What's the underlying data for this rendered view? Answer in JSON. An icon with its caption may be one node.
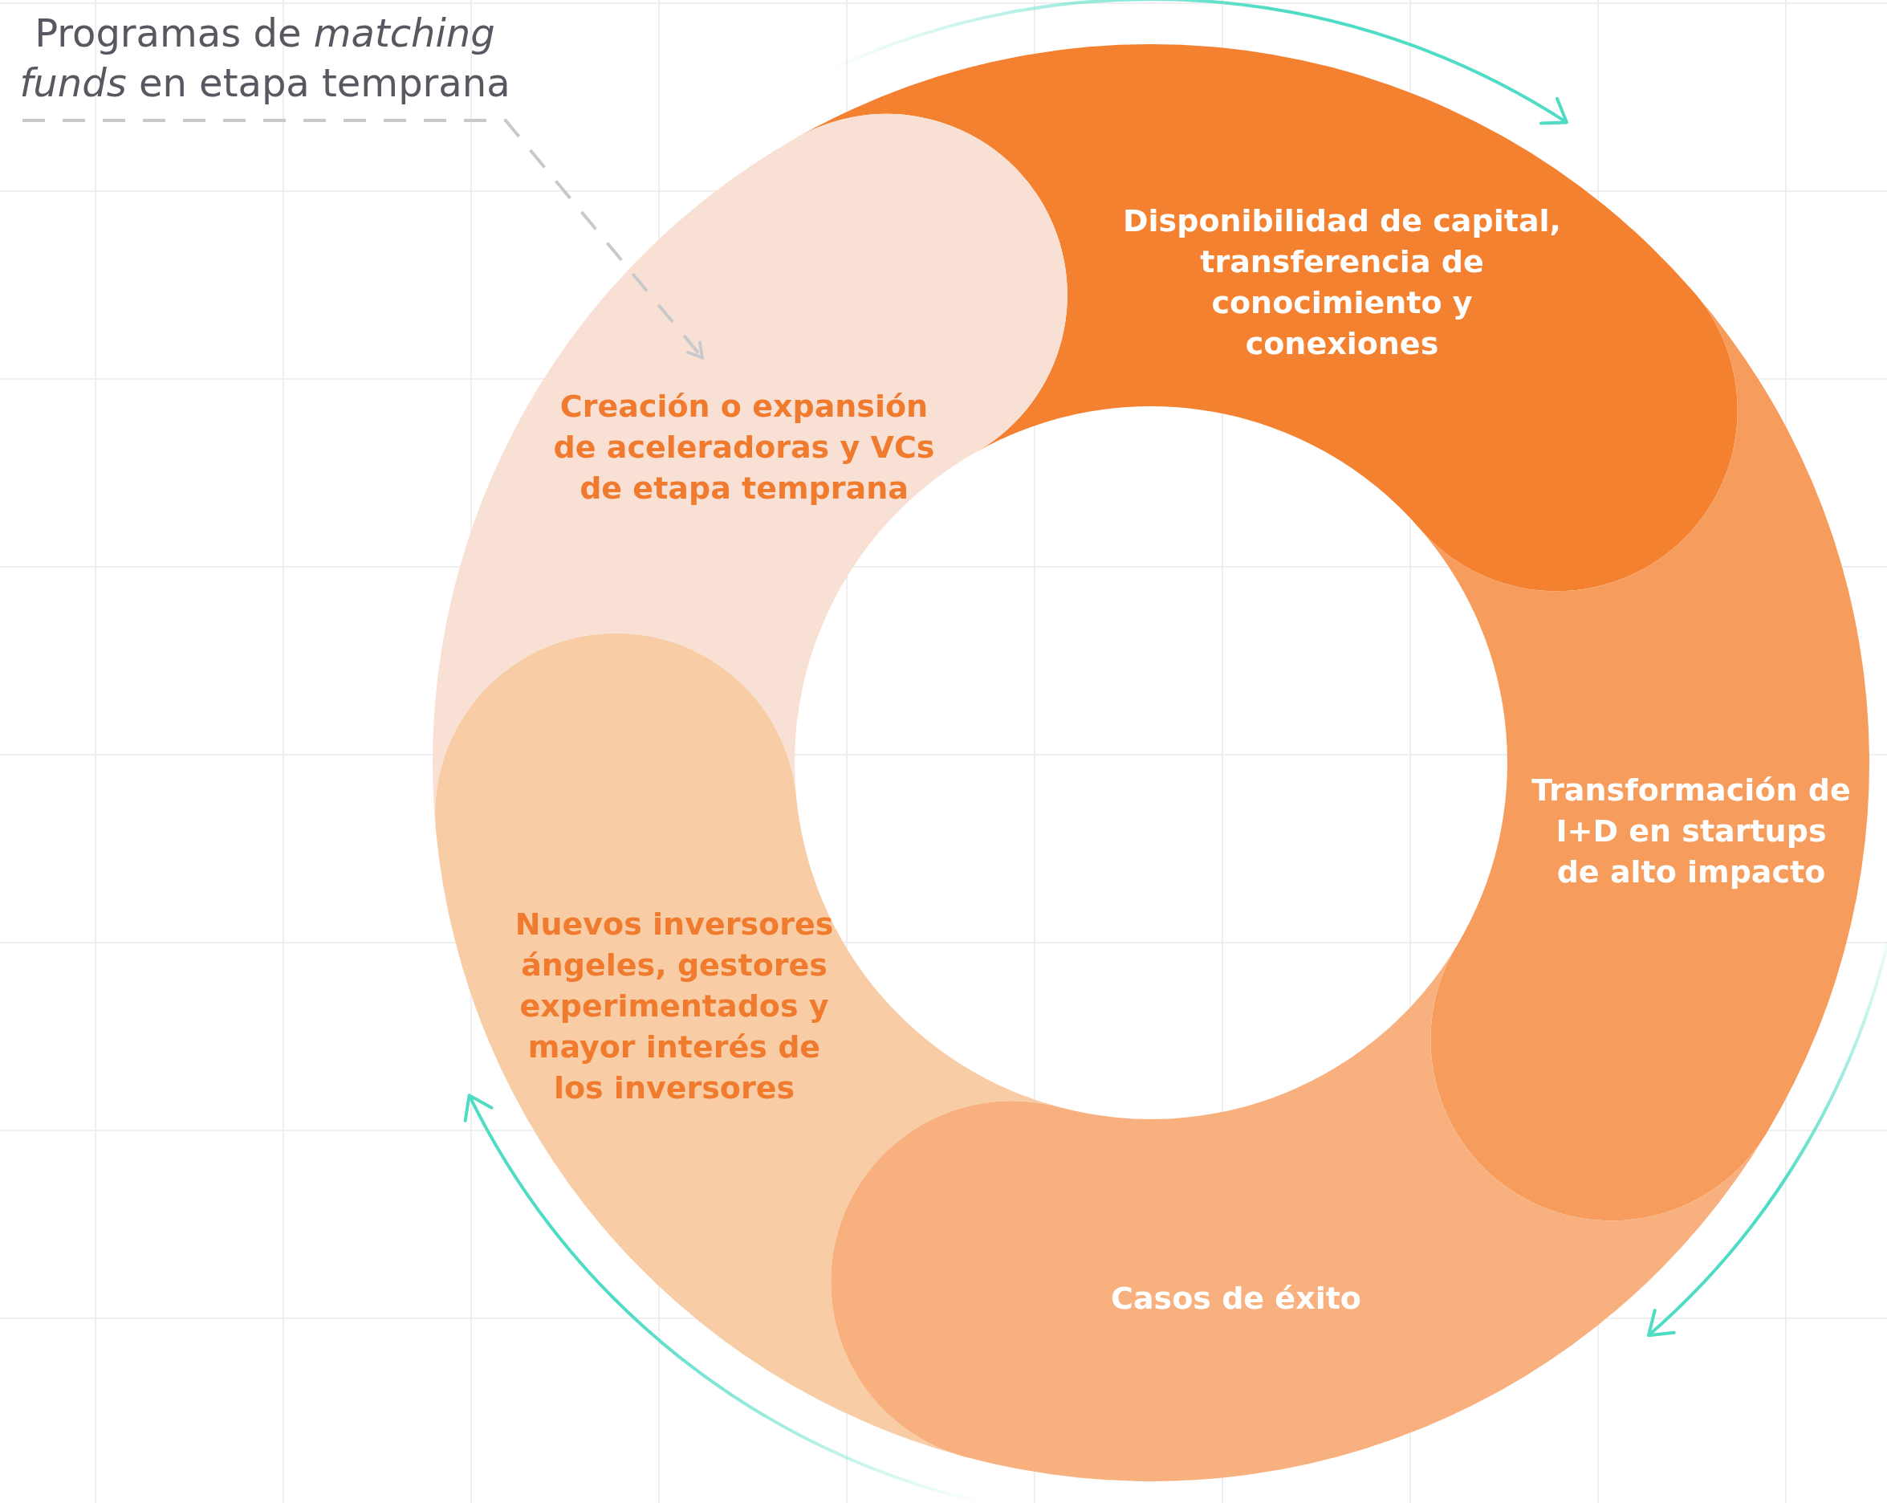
{
  "diagram": {
    "nodes": [
      {
        "text": [
          "Programas de *matching funds* en etapa temprana"
        ]
      },
      {
        "text": [
          "Disponibilidad de capital, transferencia de conocimiento y conexiones"
        ]
      },
      {
        "text": [
          "Creación o expansión de aceleradoras y VCs de etapa temprana"
        ]
      },
      {
        "text": [
          "Transformación de I+D en startups de alto impacto"
        ]
      },
      {
        "text": [
          "Nuevos inversores ángeles, gestores experimentados y mayor interés de los inversores"
        ]
      },
      {
        "text": [
          "Casos de éxito"
        ]
      }
    ],
    "edges": [
      {
        "from": 0,
        "to": 2,
        "arrow": "to",
        "style": "dashed"
      }
    ]
  }
}
